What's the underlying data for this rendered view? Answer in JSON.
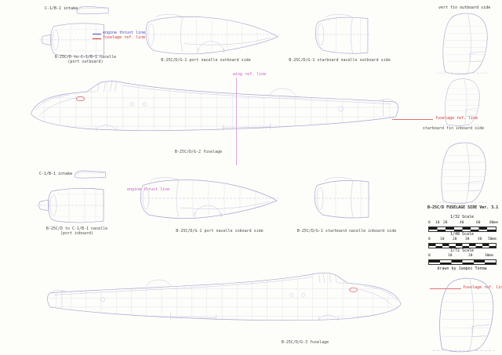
{
  "colors": {
    "bg": "#fdfdfa",
    "line": "#a6a6d2",
    "grid": "#e3e3f3",
    "det": "#c3c3e0",
    "red": "#d23434",
    "magenta": "#c75ac7",
    "blue": "#4646c8",
    "text": "#3a3a3a"
  },
  "captions": {
    "top_left_intake_label": "C-1/B-1 intake",
    "top_left_line1": "B-25C/D to C-1/B-1 nacelle",
    "top_left_line2": "(port outboard)",
    "top_mid": "B-25C/D/G-1 port nacelle outboard side",
    "top_right": "B-25C/D/G-1 starboard nacelle outboard side",
    "fin_outboard": "vert fin outboard side",
    "fin_starboard_inboard": "starboard fin inboard side",
    "fuselage_main": "B-25C/D/G-2 fuselage",
    "mid_left_intake_label": "C-1/B-1 intake",
    "mid_left_line1": "B-25C/D to C-1/B-1 nacelle",
    "mid_left_line2": "(port inboard)",
    "mid_mid": "B-25C/D/G-1 port nacelle inboard side",
    "mid_right": "B-25C/D/G-1 starboard nacelle inboard side",
    "fuselage_bottom": "B-25C/D/G-3 fuselage"
  },
  "annotations": {
    "engine_thrust_line": "engine thrust line",
    "fuselage_ref_line": "fuselage ref. line",
    "wing_ref_line": "wing ref. line"
  },
  "title_block": {
    "title": "B-25C/D FUSELAGE SIDE Ver. 3.1",
    "author": "drawn by  Jumpei Tenma",
    "scales": [
      {
        "name": "1/32 Scale",
        "ticks": [
          "0",
          "10",
          "20",
          "40",
          "60",
          "80mm"
        ]
      },
      {
        "name": "1/48 Scale",
        "ticks": [
          "0",
          "10",
          "20",
          "30",
          "40",
          "50mm"
        ]
      },
      {
        "name": "1/72 Scale",
        "ticks": [
          "0",
          "10",
          "20",
          "30mm"
        ]
      }
    ]
  }
}
